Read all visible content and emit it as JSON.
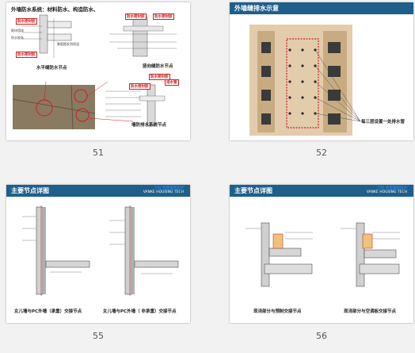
{
  "slides": [
    {
      "number": "51",
      "title": "外墙防水系统：材料防水、构造防水、",
      "tags": [
        "防水密封胶",
        "防水密封胶",
        "防水密封胶",
        "防水密封胶",
        "防水密封胶",
        "排水管",
        "防水密封胶"
      ],
      "captions": [
        "水平缝防水节点",
        "竖向缝防水节点",
        "墙防排水系统节点"
      ],
      "notes": [
        "砌块墙体",
        "防水胶条",
        "聚氨酯发泡保温"
      ]
    },
    {
      "number": "52",
      "title": "外墙缝排水示意",
      "caption": "每三层设置一处排水管"
    },
    {
      "number": "55",
      "title": "主要节点详图",
      "captions": [
        "女儿墙与PC外墙（承重）交接节点",
        "女儿墙与PC外墙（ 非承重）交接节点"
      ]
    },
    {
      "number": "56",
      "title": "主要节点详图",
      "captions": [
        "现浇部分与预制交接节点",
        "现浇部分与空调板交接节点"
      ]
    }
  ],
  "logo": {
    "line1": "万科 房屋建筑技术",
    "line2": "VANKE HOUSING TECH"
  },
  "colors": {
    "header": "#1f5f8b",
    "accent_red": "#cc1f1f",
    "background": "#f2f2f2"
  }
}
